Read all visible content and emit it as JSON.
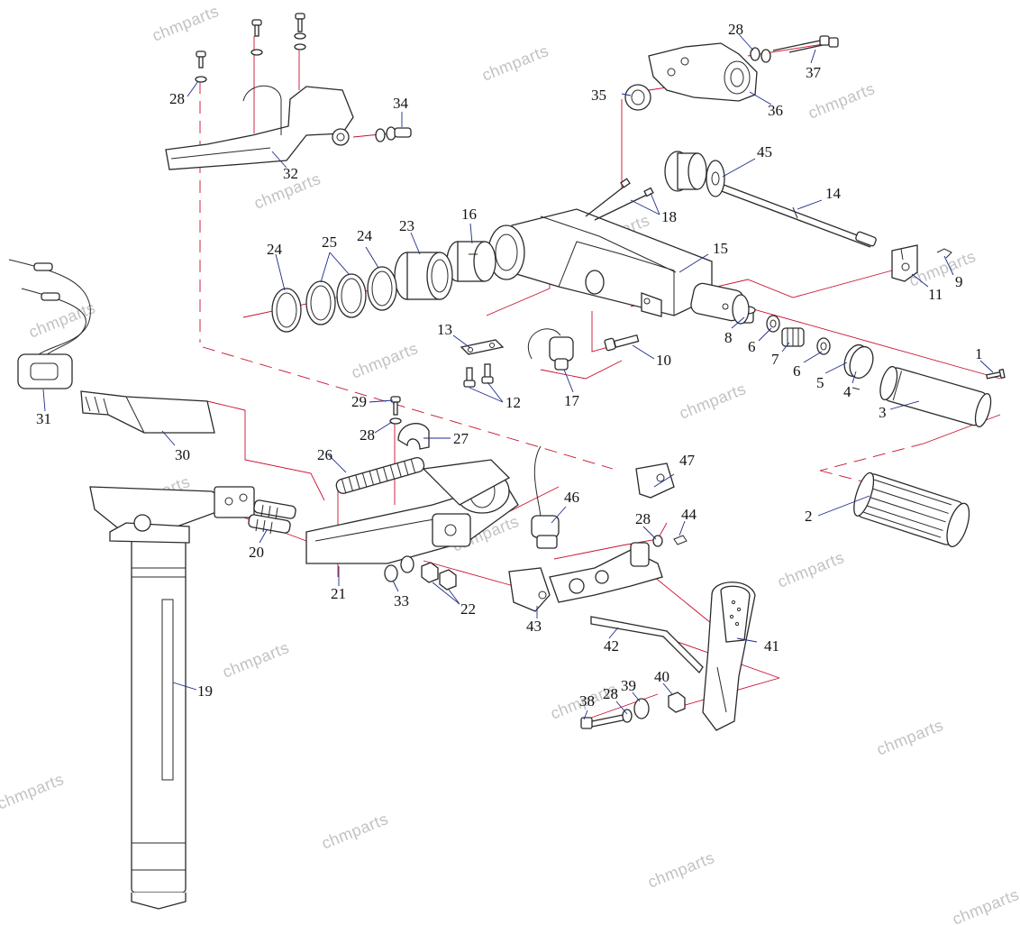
{
  "watermark": "chmparts",
  "accent_colors": {
    "leader_lines": "#c8102e",
    "pointer_lines": "#1a2a8a",
    "outline": "#2a2a2a"
  },
  "part_numbers": {
    "n1": "1",
    "n2": "2",
    "n3": "3",
    "n4": "4",
    "n5": "5",
    "n6a": "6",
    "n6b": "6",
    "n7": "7",
    "n8": "8",
    "n9": "9",
    "n10": "10",
    "n11": "11",
    "n12": "12",
    "n13": "13",
    "n14": "14",
    "n15": "15",
    "n16": "16",
    "n17": "17",
    "n18": "18",
    "n19": "19",
    "n20": "20",
    "n21": "21",
    "n22": "22",
    "n23": "23",
    "n24a": "24",
    "n24b": "24",
    "n25": "25",
    "n26": "26",
    "n27": "27",
    "n28a": "28",
    "n28b": "28",
    "n28c": "28",
    "n28d": "28",
    "n28e": "28",
    "n29": "29",
    "n30": "30",
    "n31": "31",
    "n32": "32",
    "n33": "33",
    "n34": "34",
    "n35": "35",
    "n36": "36",
    "n37": "37",
    "n38": "38",
    "n39": "39",
    "n40": "40",
    "n41": "41",
    "n42": "42",
    "n43": "43",
    "n44": "44",
    "n45": "45",
    "n46": "46",
    "n47": "47"
  }
}
